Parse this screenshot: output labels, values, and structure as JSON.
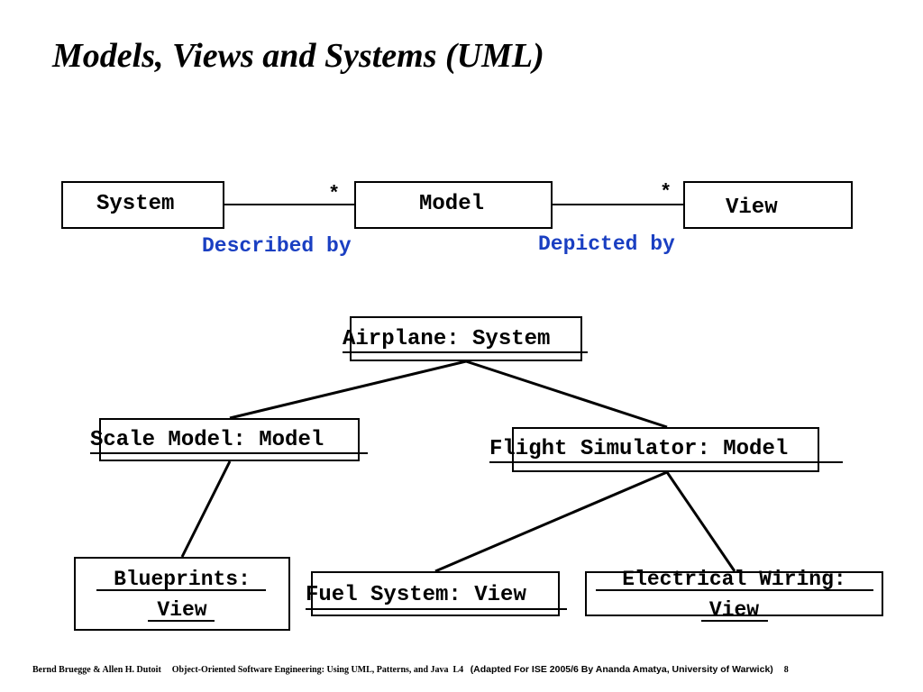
{
  "slide": {
    "title": "Models, Views and Systems (UML)"
  },
  "class_diagram": {
    "classes": [
      "System",
      "Model",
      "View"
    ],
    "associations": [
      {
        "from": "System",
        "to": "Model",
        "multiplicity": "*",
        "role": "Described by"
      },
      {
        "from": "Model",
        "to": "View",
        "multiplicity": "*",
        "role": "Depicted by"
      }
    ]
  },
  "object_diagram": {
    "root": "Airplane: System",
    "models": [
      "Scale Model: Model",
      "Flight Simulator: Model"
    ],
    "views": {
      "blueprints": [
        "Blueprints:",
        "View"
      ],
      "fuel": "Fuel System: View",
      "electrical": [
        "Electrical Wiring:",
        "View"
      ]
    }
  },
  "footer": {
    "authors": "Bernd Bruegge & Allen H. Dutoit",
    "book": "Object-Oriented Software Engineering: Using UML, Patterns, and Java",
    "lecture": "L4",
    "adapted": "(Adapted For ISE 2005/6 By Ananda Amatya, University of Warwick)",
    "page": "8"
  }
}
